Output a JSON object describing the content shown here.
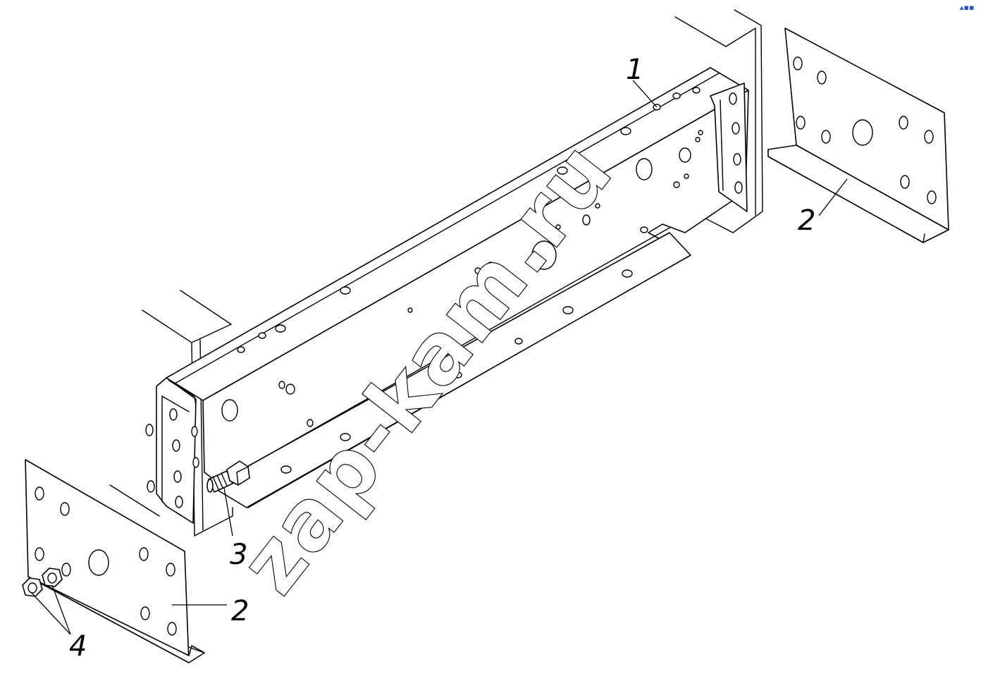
{
  "callouts": {
    "frame_beam": "1",
    "bracket_right": "2",
    "bracket_left": "2",
    "bolt": "3",
    "nuts": "4"
  },
  "watermark": "zap-kam.ru",
  "colors": {
    "line": "#000000",
    "background": "#ffffff",
    "corner_mark": "#2a4fd8"
  }
}
